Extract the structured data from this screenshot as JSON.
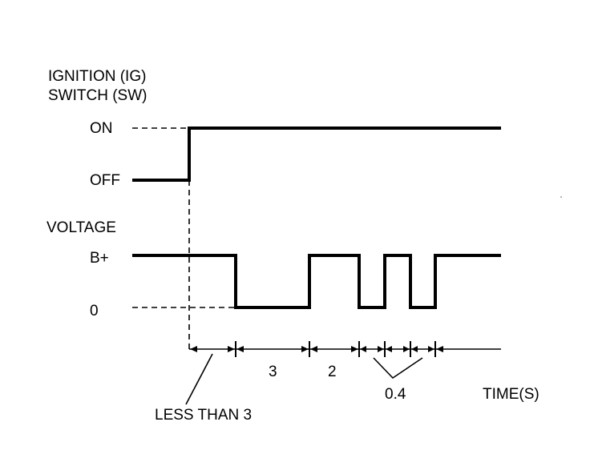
{
  "ignition": {
    "title_line1": "IGNITION (IG)",
    "title_line2": "SWITCH (SW)",
    "on_label": "ON",
    "off_label": "OFF"
  },
  "voltage": {
    "title": "VOLTAGE",
    "high_label": "B+",
    "low_label": "0"
  },
  "timeline": {
    "intervals": [
      {
        "label": "LESS THAN 3"
      },
      {
        "label": "3"
      },
      {
        "label": "2"
      },
      {
        "label": "0.4"
      }
    ],
    "axis_label": "TIME(S)"
  },
  "colors": {
    "ink": "#000000",
    "background": "#ffffff"
  }
}
